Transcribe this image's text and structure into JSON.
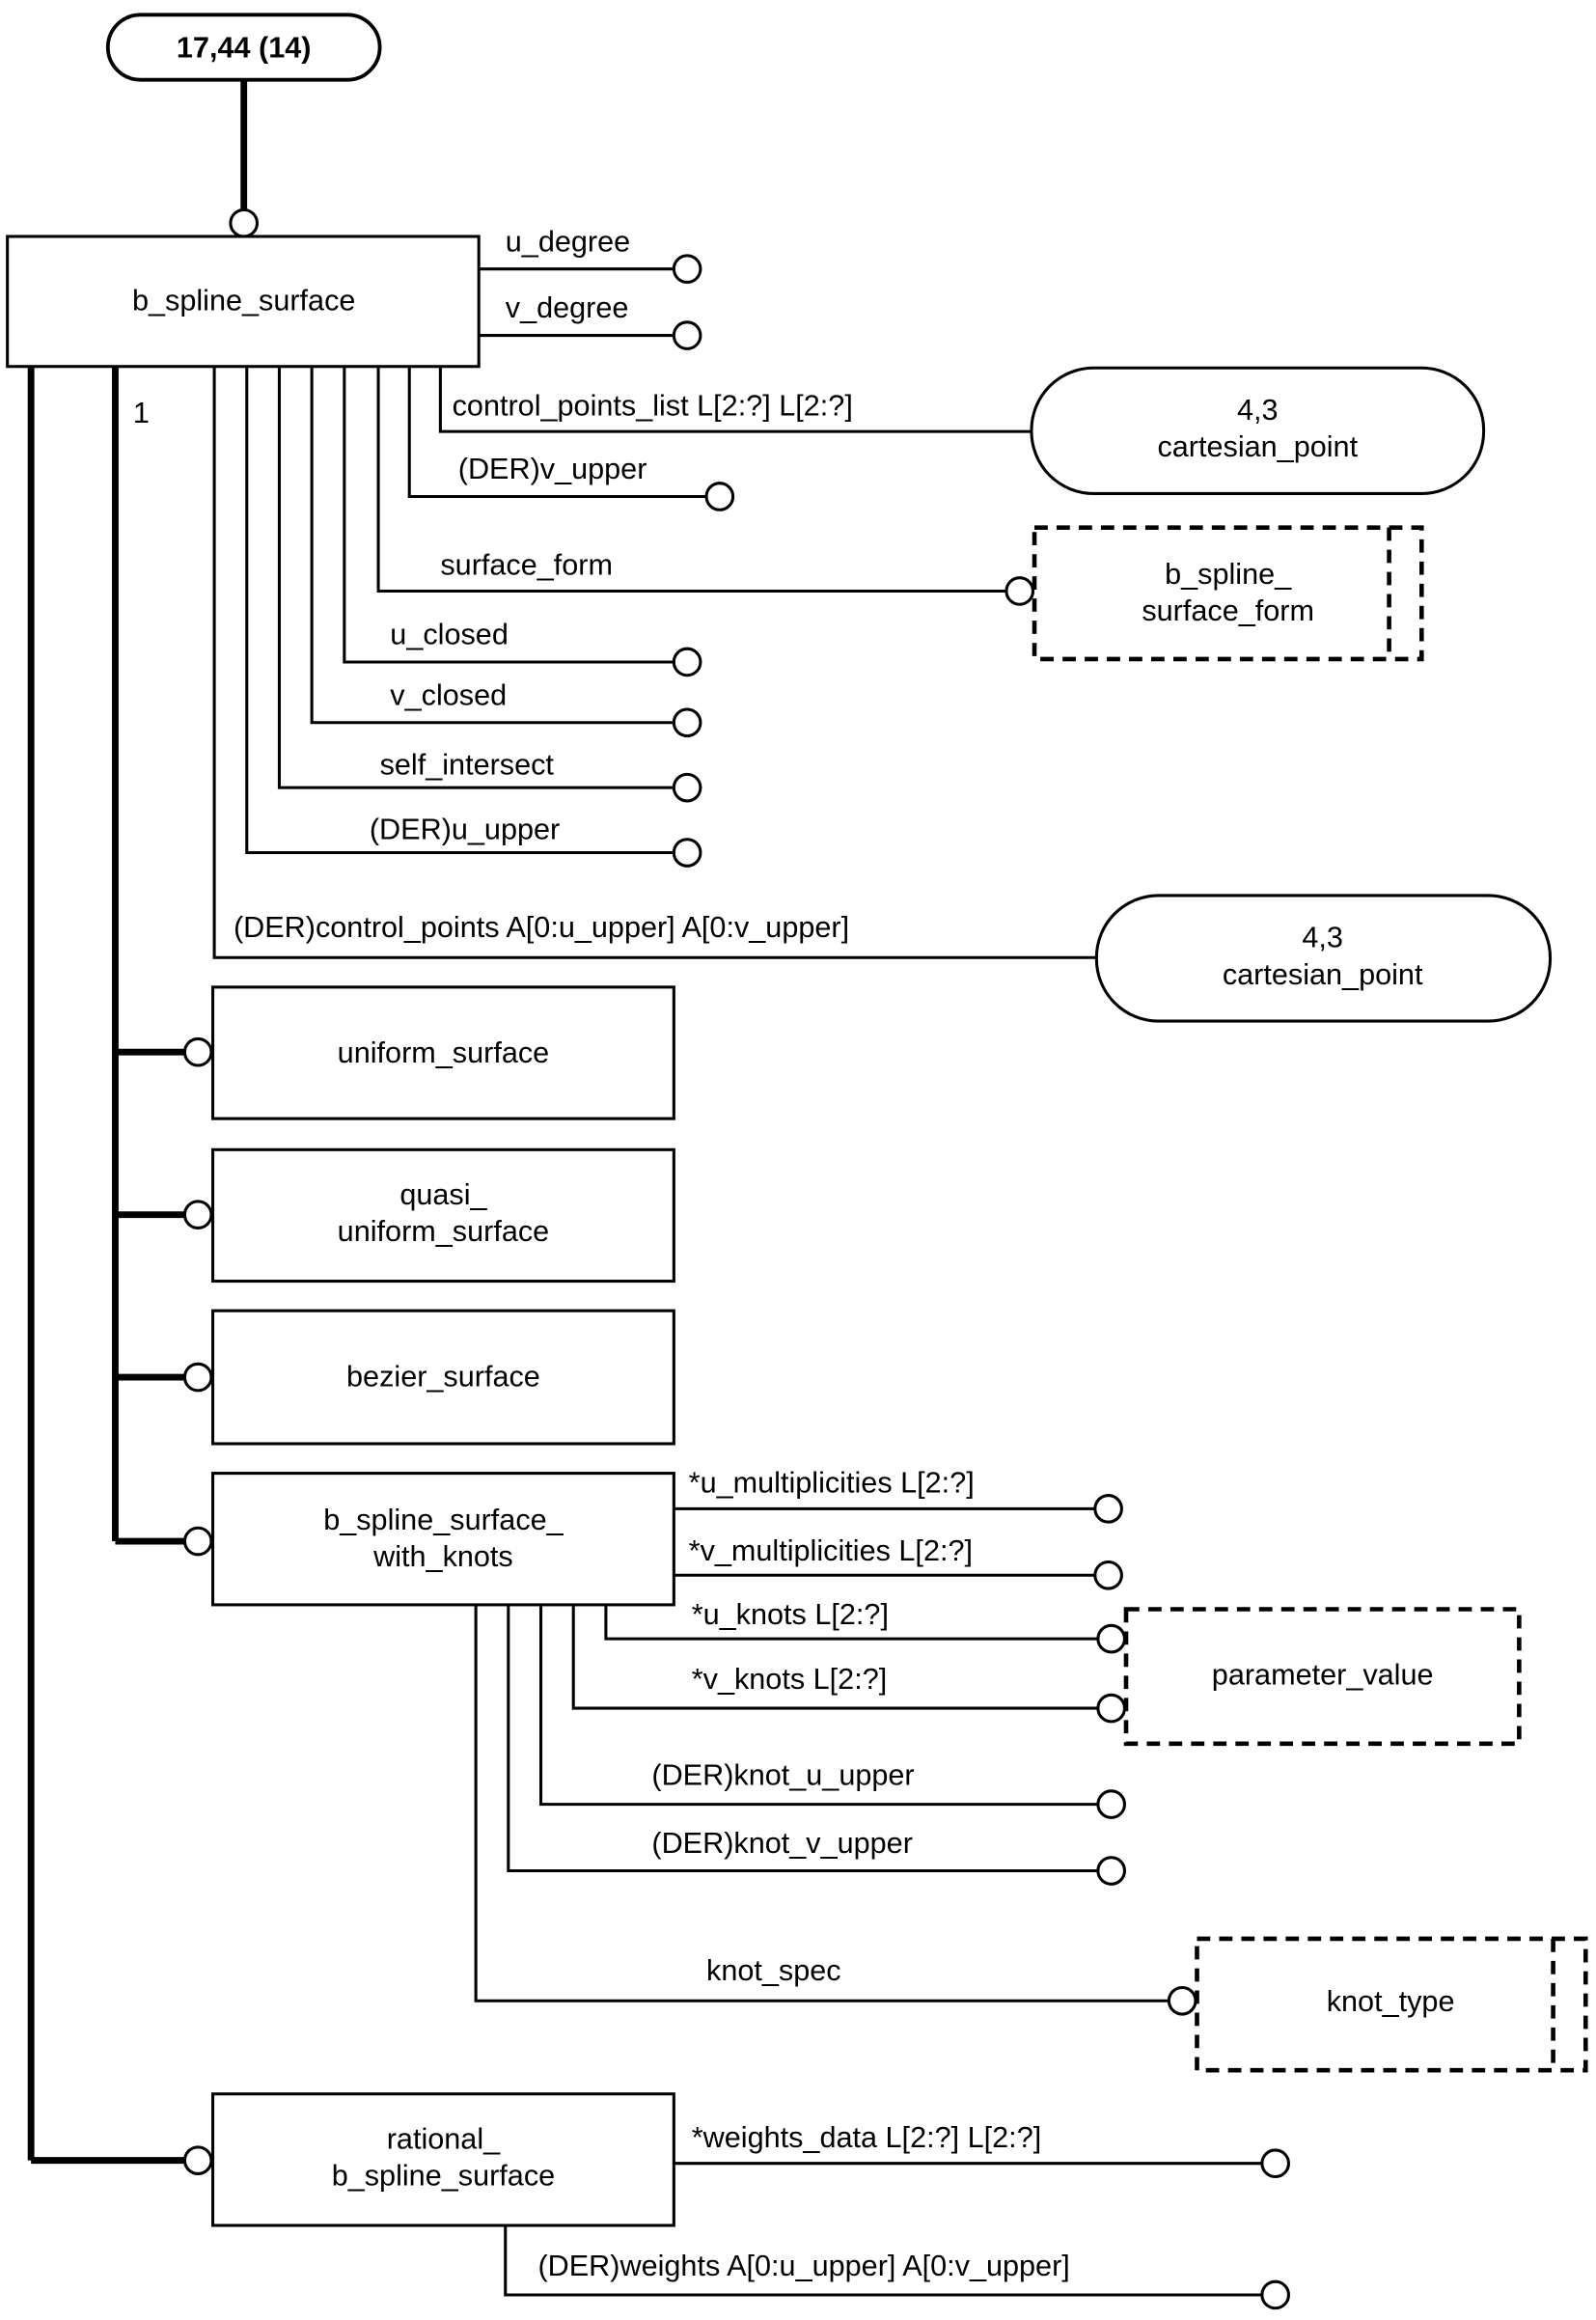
{
  "diagram": {
    "page_ref": "17,44 (14)",
    "entities": {
      "b_spline_surface": "b_spline_surface",
      "uniform_surface": "uniform_surface",
      "quasi_uniform_surface": [
        "quasi_",
        "uniform_surface"
      ],
      "bezier_surface": "bezier_surface",
      "b_spline_surface_with_knots": [
        "b_spline_surface_",
        "with_knots"
      ],
      "rational_b_spline_surface": [
        "rational_",
        "b_spline_surface"
      ]
    },
    "page_refs": {
      "cartesian_point_1": [
        "4,3",
        "cartesian_point"
      ],
      "cartesian_point_2": [
        "4,3",
        "cartesian_point"
      ]
    },
    "types": {
      "b_spline_surface_form": [
        "b_spline_",
        "surface_form"
      ],
      "parameter_value": "parameter_value",
      "knot_type": "knot_type"
    },
    "supertype_marker": "1",
    "attributes": {
      "b_spline_surface": [
        "u_degree",
        "v_degree",
        "control_points_list L[2:?] L[2:?]",
        "(DER)v_upper",
        "surface_form",
        "u_closed",
        "v_closed",
        "self_intersect",
        "(DER)u_upper",
        "(DER)control_points A[0:u_upper] A[0:v_upper]"
      ],
      "b_spline_surface_with_knots": [
        "*u_multiplicities L[2:?]",
        "*v_multiplicities L[2:?]",
        "*u_knots L[2:?]",
        "*v_knots L[2:?]",
        "(DER)knot_u_upper",
        "(DER)knot_v_upper",
        "knot_spec"
      ],
      "rational_b_spline_surface": [
        "*weights_data L[2:?] L[2:?]",
        "(DER)weights A[0:u_upper] A[0:v_upper]"
      ]
    }
  }
}
